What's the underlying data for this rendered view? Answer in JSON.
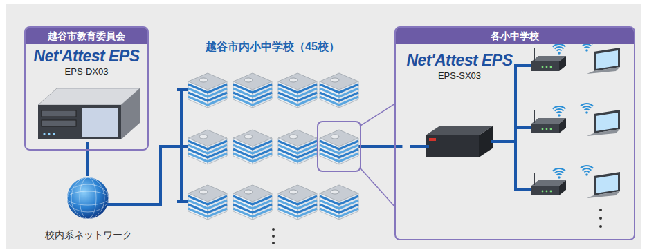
{
  "diagram": {
    "nodes": [
      {
        "text": [
          "越谷市教育委員会"
        ]
      },
      {
        "text": [
          "Net'Attest EPS",
          "EPS-DX03"
        ],
        "in": 0
      },
      {
        "text": [
          "校内系ネットワーク"
        ]
      },
      {
        "text": [
          "越谷市内小中学校（45校）"
        ]
      },
      {
        "text": [
          "各小中学校"
        ]
      },
      {
        "text": [
          "Net'Attest EPS",
          "EPS-SX03"
        ],
        "in": 4
      }
    ],
    "edges": [
      {
        "from": 1,
        "to": 2,
        "arrow": "none"
      },
      {
        "from": 2,
        "to": 3,
        "arrow": "none"
      },
      {
        "from": 3,
        "to": 5,
        "arrow": "none"
      }
    ]
  }
}
